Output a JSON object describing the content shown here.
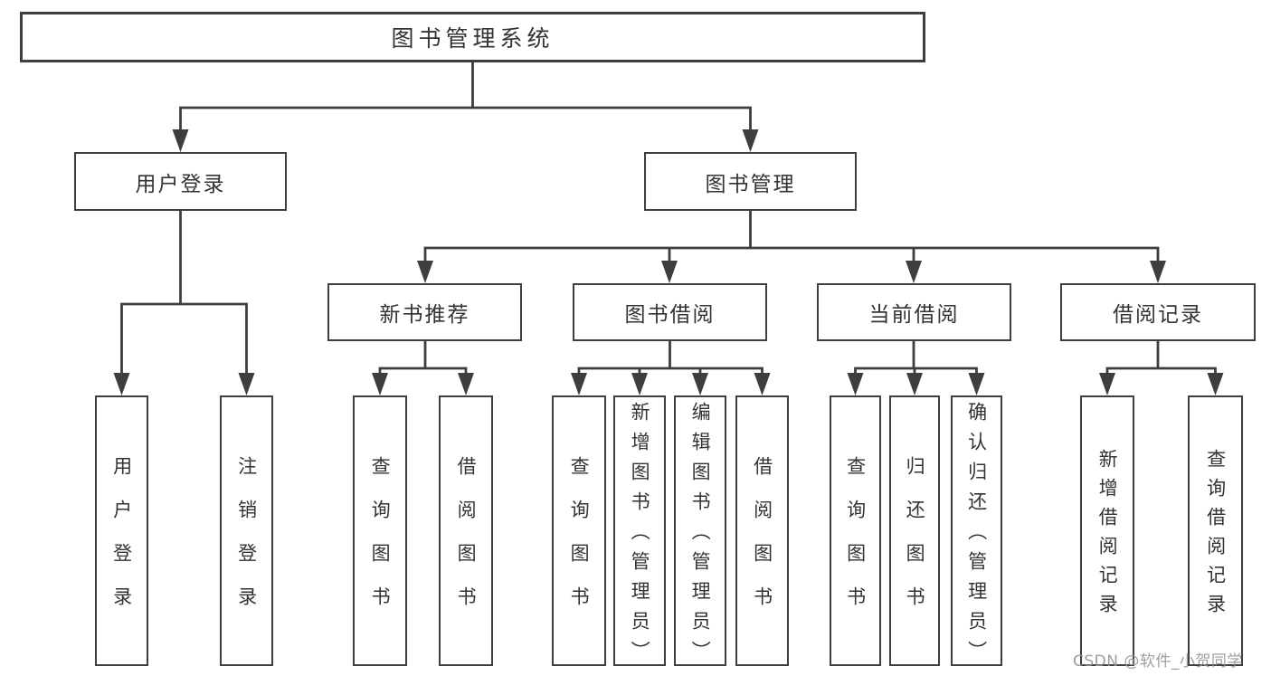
{
  "watermark": "CSDN @软件_小贺同学",
  "tree": {
    "root": "图书管理系统",
    "user_login": {
      "label": "用户登录",
      "children": [
        "用户登录",
        "注销登录"
      ]
    },
    "book_management": {
      "label": "图书管理",
      "sections": [
        {
          "label": "新书推荐",
          "children": [
            "查询图书",
            "借阅图书"
          ]
        },
        {
          "label": "图书借阅",
          "children": [
            "查询图书",
            "新增图书（管理员）",
            "编辑图书（管理员）",
            "借阅图书"
          ]
        },
        {
          "label": "当前借阅",
          "children": [
            "查询图书",
            "归还图书",
            "确认归还（管理员）"
          ]
        },
        {
          "label": "借阅记录",
          "children": [
            "新增借阅记录",
            "查询借阅记录"
          ]
        }
      ]
    }
  }
}
